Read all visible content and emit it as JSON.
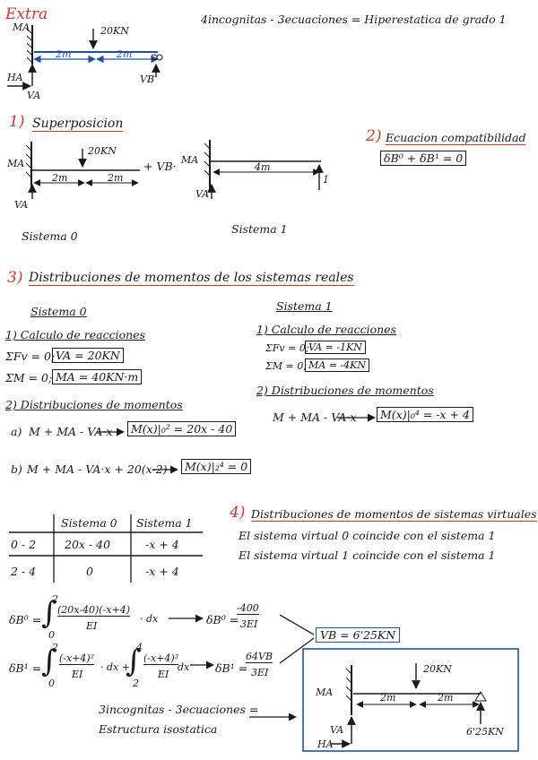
{
  "header": {
    "tag": "Extra",
    "summary": "4incognitas - 3ecuaciones = Hiperestatica de grado 1"
  },
  "top_diagram": {
    "ma": "MA",
    "ha": "HA",
    "va": "VA",
    "vb": "VB",
    "load": "20KN",
    "span1": "2m",
    "span2": "2m"
  },
  "sec1": {
    "num": "1)",
    "title": "Superposicion",
    "plus_vb": "+ VB·",
    "sys0": {
      "ma": "MA",
      "va": "VA",
      "load": "20KN",
      "span1": "2m",
      "span2": "2m",
      "caption": "Sistema 0"
    },
    "sys1": {
      "ma": "MA",
      "va": "VA",
      "span": "4m",
      "unit": "1",
      "caption": "Sistema 1"
    }
  },
  "sec2": {
    "num": "2)",
    "title": "Ecuacion compatibilidad",
    "equation": "δB⁰ + δB¹ = 0"
  },
  "sec3": {
    "num": "3)",
    "title": "Distribuciones de momentos de los sistemas reales",
    "sys0": {
      "title": "Sistema 0",
      "reac_title": "1) Calculo de reacciones",
      "fv": "ΣFv = 0;",
      "fv_res": "VA = 20KN",
      "m": "ΣM = 0;",
      "m_res": "MA = 40KN·m",
      "dist_title": "2) Distribuciones de momentos",
      "a_label": "a)",
      "a_eq": "M + MA - VA·x",
      "a_res": "M(x)|₀² = 20x - 40",
      "b_label": "b)",
      "b_eq": "M + MA - VA·x + 20(x-2)",
      "b_res": "M(x)|₂⁴ = 0"
    },
    "sys1": {
      "title": "Sistema 1",
      "reac_title": "1) Calculo de reacciones",
      "fv": "ΣFv = 0;",
      "fv_res": "VA = -1KN",
      "m": "ΣM = 0;",
      "m_res": "MA = -4KN",
      "dist_title": "2) Distribuciones de momentos",
      "eq": "M + MA - VA·x",
      "res": "M(x)|₀⁴ = -x + 4"
    }
  },
  "table": {
    "headers": [
      "",
      "Sistema 0",
      "Sistema 1"
    ],
    "rows": [
      [
        "0 - 2",
        "20x - 40",
        "-x + 4"
      ],
      [
        "2 - 4",
        "0",
        "-x + 4"
      ]
    ]
  },
  "sec4": {
    "num": "4)",
    "title": "Distribuciones de momentos de sistemas virtuales",
    "line1": "El sistema virtual 0 coincide con el sistema 1",
    "line2": "El sistema virtual 1 coincide con el sistema 1"
  },
  "integrals": {
    "d0_lhs": "δB⁰ =",
    "d0_num": "(20x-40)(-x+4)",
    "d0_den": "EI",
    "d0_dx": "· dx",
    "d0_lower": "0",
    "d0_upper": "2",
    "d0_res_lhs": "δB⁰ =",
    "d0_res_num": "-400",
    "d0_res_den": "3EI",
    "d1_lhs": "δB¹ =",
    "d1_num1": "(-x+4)²",
    "d1_den1": "EI",
    "d1_dx1": "· dx +",
    "d1_num2": "(-x+4)²",
    "d1_den2": "EI",
    "d1_dx2": "dx",
    "d1_l1": "0",
    "d1_u1": "2",
    "d1_l2": "2",
    "d1_u2": "4",
    "d1_res_lhs": "δB¹ =",
    "d1_res_num": "64VB",
    "d1_res_den": "3EI",
    "result": "VB = 6'25KN"
  },
  "conclusion": {
    "line1": "3incognitas - 3ecuaciones =",
    "line2": "Estructura isostatica"
  },
  "final_diagram": {
    "ma": "MA",
    "ha": "HA",
    "va": "VA",
    "load": "20KN",
    "span1": "2m",
    "span2": "2m",
    "vb": "6'25KN"
  }
}
